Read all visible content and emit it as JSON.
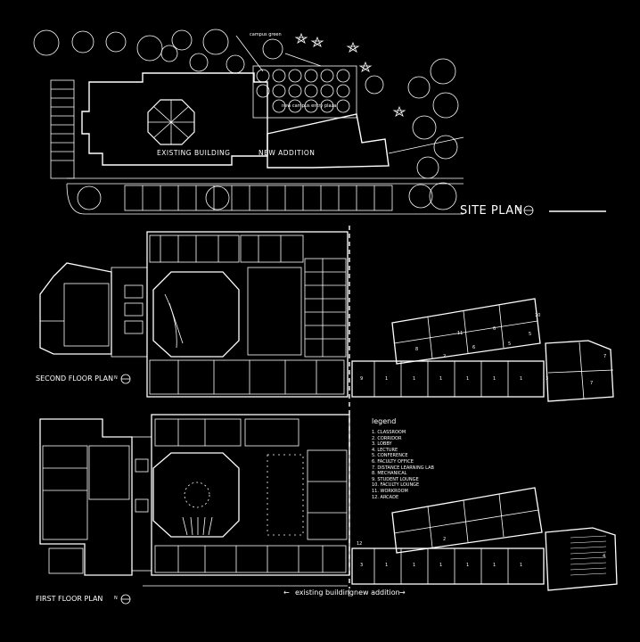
{
  "site_plan": {
    "title": "SITE PLAN",
    "north_label": "N",
    "campus_green": "campus green",
    "entry_plaza": "new campus entry plaza",
    "existing_building": "EXISTING BUILDING",
    "new_addition": "NEW ADDITION"
  },
  "second_floor": {
    "title": "SECOND FLOOR PLAN",
    "north_label": "N",
    "room_numbers": [
      "10",
      "11",
      "6",
      "5",
      "6",
      "5",
      "8",
      "2",
      "9",
      "1",
      "1",
      "1",
      "1",
      "1",
      "1",
      "3",
      "7",
      "7"
    ]
  },
  "first_floor": {
    "title": "FIRST FLOOR PLAN",
    "north_label": "N",
    "room_numbers": [
      "2",
      "12",
      "3",
      "1",
      "1",
      "1",
      "1",
      "1",
      "1",
      "4"
    ]
  },
  "divider": {
    "existing_label": "existing building",
    "new_label": "new addition"
  },
  "legend": {
    "title": "legend",
    "items": [
      "1.  CLASSROOM",
      "2.  CORRIDOR",
      "3.  LOBBY",
      "4.  LECTURE",
      "5.  CONFERENCE",
      "6.  FACULTY OFFICE",
      "7.  DISTANCE LEARNING LAB",
      "8.  MECHANICAL",
      "9.  STUDENT LOUNGE",
      "10. FACULTY LOUNGE",
      "11. WORKROOM",
      "12. ARCADE"
    ]
  }
}
